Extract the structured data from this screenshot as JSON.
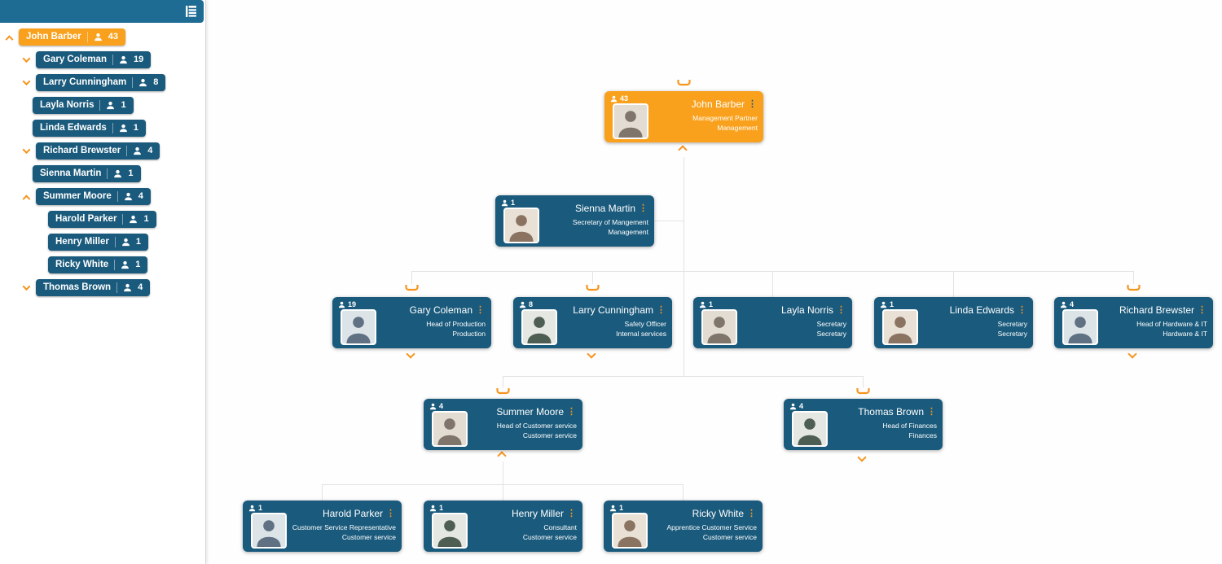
{
  "colors": {
    "accent_orange": "#f9a11d",
    "arrow_orange": "#f7941d",
    "node_teal": "#1a5a7c",
    "sidebar_header_teal": "#1e6b94",
    "connector_grey": "#e3e3e3"
  },
  "sidebar": {
    "header_icon": "tree-view-icon",
    "items": [
      {
        "name": "John Barber",
        "count": "43",
        "level": 0,
        "arrow": "up",
        "selected": true
      },
      {
        "name": "Gary Coleman",
        "count": "19",
        "level": 1,
        "arrow": "down",
        "selected": false
      },
      {
        "name": "Larry Cunningham",
        "count": "8",
        "level": 1,
        "arrow": "down",
        "selected": false
      },
      {
        "name": "Layla Norris",
        "count": "1",
        "level": 1,
        "arrow": "none",
        "selected": false
      },
      {
        "name": "Linda Edwards",
        "count": "1",
        "level": 1,
        "arrow": "none",
        "selected": false
      },
      {
        "name": "Richard Brewster",
        "count": "4",
        "level": 1,
        "arrow": "down",
        "selected": false
      },
      {
        "name": "Sienna Martin",
        "count": "1",
        "level": 1,
        "arrow": "none",
        "selected": false
      },
      {
        "name": "Summer Moore",
        "count": "4",
        "level": 1,
        "arrow": "up",
        "selected": false
      },
      {
        "name": "Harold Parker",
        "count": "1",
        "level": 2,
        "arrow": "none",
        "selected": false
      },
      {
        "name": "Henry Miller",
        "count": "1",
        "level": 2,
        "arrow": "none",
        "selected": false
      },
      {
        "name": "Ricky White",
        "count": "1",
        "level": 2,
        "arrow": "none",
        "selected": false
      },
      {
        "name": "Thomas Brown",
        "count": "4",
        "level": 1,
        "arrow": "down",
        "selected": false
      }
    ]
  },
  "chart": {
    "nodes": [
      {
        "name": "John Barber",
        "title": "Management Partner",
        "department": "Management",
        "count": "43",
        "highlighted": true
      },
      {
        "name": "Sienna Martin",
        "title": "Secretary of Mangement",
        "department": "Management",
        "count": "1",
        "highlighted": false
      },
      {
        "name": "Gary Coleman",
        "title": "Head of Production",
        "department": "Production",
        "count": "19",
        "highlighted": false
      },
      {
        "name": "Larry Cunningham",
        "title": "Safety Officer",
        "department": "Internal services",
        "count": "8",
        "highlighted": false
      },
      {
        "name": "Layla Norris",
        "title": "Secretary",
        "department": "Secretary",
        "count": "1",
        "highlighted": false
      },
      {
        "name": "Linda Edwards",
        "title": "Secretary",
        "department": "Secretary",
        "count": "1",
        "highlighted": false
      },
      {
        "name": "Richard Brewster",
        "title": "Head of Hardware & IT",
        "department": "Hardware & IT",
        "count": "4",
        "highlighted": false
      },
      {
        "name": "Summer Moore",
        "title": "Head of Customer service",
        "department": "Customer service",
        "count": "4",
        "highlighted": false
      },
      {
        "name": "Thomas Brown",
        "title": "Head of Finances",
        "department": "Finances",
        "count": "4",
        "highlighted": false
      },
      {
        "name": "Harold Parker",
        "title": "Customer Service Representative",
        "department": "Customer service",
        "count": "1",
        "highlighted": false
      },
      {
        "name": "Henry Miller",
        "title": "Consultant",
        "department": "Customer service",
        "count": "1",
        "highlighted": false
      },
      {
        "name": "Ricky White",
        "title": "Apprentice Customer Service",
        "department": "Customer service",
        "count": "1",
        "highlighted": false
      }
    ],
    "menu_icon": "kebab-menu-icon",
    "collapse_up_icon": "chevron-up-icon",
    "expand_down_icon": "chevron-down-icon"
  }
}
